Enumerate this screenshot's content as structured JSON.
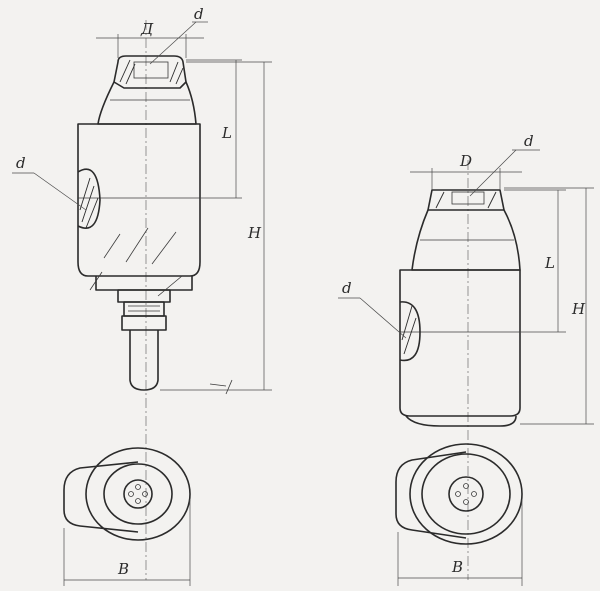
{
  "colors": {
    "background": "#f3f2f0",
    "ink": "#2b2b2b"
  },
  "left_view": {
    "label_D": "Д",
    "label_d_top": "d",
    "label_d_side": "d",
    "label_L": "L",
    "label_H": "H",
    "label_B": "B"
  },
  "right_view": {
    "label_D": "D",
    "label_d_top": "d",
    "label_d_side": "d",
    "label_L": "L",
    "label_H": "H",
    "label_B": "B"
  }
}
